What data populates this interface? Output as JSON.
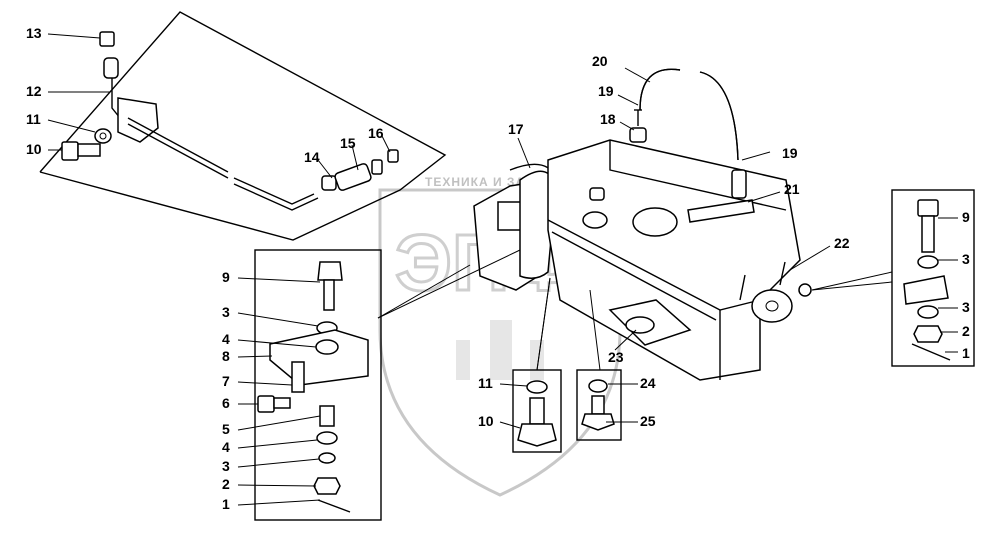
{
  "watermark": {
    "text": "ТЕХНИКА И ЗАПЧАСТИ",
    "logo": "ЭПФ"
  },
  "callouts": {
    "c13": "13",
    "c12": "12",
    "c11a": "11",
    "c10a": "10",
    "c14": "14",
    "c15": "15",
    "c16": "16",
    "c17": "17",
    "c18": "18",
    "c19a": "19",
    "c19b": "19",
    "c20": "20",
    "c21": "21",
    "c22": "22",
    "c23": "23",
    "l9": "9",
    "l3a": "3",
    "l4a": "4",
    "l8": "8",
    "l7": "7",
    "l6": "6",
    "l5": "5",
    "l4b": "4",
    "l3b": "3",
    "l2": "2",
    "l1": "1",
    "m11": "11",
    "m10": "10",
    "m24": "24",
    "m25": "25",
    "r9": "9",
    "r3a": "3",
    "r3b": "3",
    "r2": "2",
    "r1": "1"
  }
}
